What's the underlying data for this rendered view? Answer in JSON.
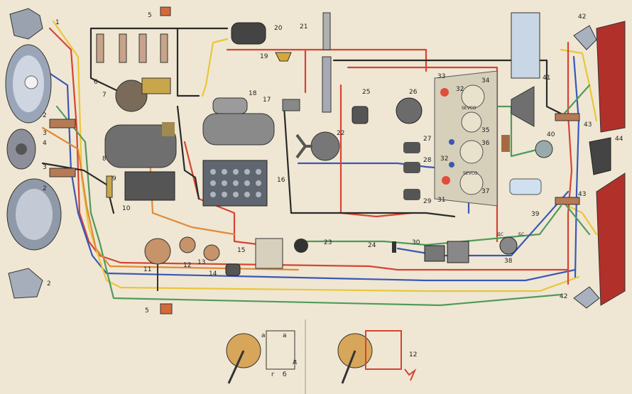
{
  "colors": {
    "paper": "#efe7d3",
    "red": "#d64434",
    "blue": "#3b57b5",
    "yellow": "#e9c63a",
    "green": "#4f9a5c",
    "black": "#2a2a2a",
    "orange": "#e08a38",
    "brown": "#8a5a3a",
    "lamp_red": "#b2302a"
  },
  "components": [
    {
      "id": "c1",
      "label": "1",
      "icon": "side-marker-icon"
    },
    {
      "id": "c2a",
      "label": "2",
      "icon": "headlamp-icon"
    },
    {
      "id": "c2b",
      "label": "2",
      "icon": "headlamp-icon"
    },
    {
      "id": "c2c",
      "label": "2",
      "icon": "fog-lamp-icon"
    },
    {
      "id": "c3a",
      "label": "3",
      "icon": "connector-block-icon"
    },
    {
      "id": "c3b",
      "label": "3",
      "icon": "connector-block-icon"
    },
    {
      "id": "c4",
      "label": "4",
      "icon": "horn-icon"
    },
    {
      "id": "c5a",
      "label": "5",
      "icon": "switch-icon"
    },
    {
      "id": "c5b",
      "label": "5",
      "icon": "switch-icon"
    },
    {
      "id": "c6",
      "label": "6",
      "icon": "spark-plug-icon"
    },
    {
      "id": "c7",
      "label": "7",
      "icon": "distributor-icon"
    },
    {
      "id": "c8",
      "label": "8",
      "icon": "generator-icon"
    },
    {
      "id": "c9",
      "label": "9",
      "icon": "regulator-icon"
    },
    {
      "id": "c10",
      "label": "10",
      "icon": "sensor-icon"
    },
    {
      "id": "c11",
      "label": "11",
      "icon": "ignition-switch-icon"
    },
    {
      "id": "c12a",
      "label": "12",
      "icon": "switch-icon"
    },
    {
      "id": "c12b",
      "label": "12",
      "icon": "relay-icon"
    },
    {
      "id": "c13",
      "label": "13",
      "icon": "switch-icon"
    },
    {
      "id": "c14",
      "label": "14",
      "icon": "switch-icon"
    },
    {
      "id": "c15",
      "label": "15",
      "icon": "fuse-block-icon"
    },
    {
      "id": "c16",
      "label": "16",
      "icon": "battery-icon"
    },
    {
      "id": "c17",
      "label": "17",
      "icon": "relay-icon"
    },
    {
      "id": "c18",
      "label": "18",
      "icon": "starter-icon"
    },
    {
      "id": "c19",
      "label": "19",
      "icon": "sensor-icon"
    },
    {
      "id": "c20",
      "label": "20",
      "icon": "ignition-coil-icon"
    },
    {
      "id": "c21",
      "label": "21",
      "icon": "sensor-icon"
    },
    {
      "id": "c22",
      "label": "22",
      "icon": "fan-motor-icon"
    },
    {
      "id": "c23",
      "label": "23",
      "icon": "socket-icon"
    },
    {
      "id": "c24",
      "label": "24",
      "icon": "fuse-icon"
    },
    {
      "id": "c25",
      "label": "25",
      "icon": "switch-icon"
    },
    {
      "id": "c26",
      "label": "26",
      "icon": "wiper-motor-icon"
    },
    {
      "id": "c27",
      "label": "27",
      "icon": "switch-icon"
    },
    {
      "id": "c28",
      "label": "28",
      "icon": "switch-icon"
    },
    {
      "id": "c29",
      "label": "29",
      "icon": "switch-icon"
    },
    {
      "id": "c30",
      "label": "30",
      "icon": "switch-icon"
    },
    {
      "id": "c31",
      "label": "31",
      "icon": "warning-lamp-icon"
    },
    {
      "id": "c32a",
      "label": "32",
      "icon": "warning-lamp-icon"
    },
    {
      "id": "c32b",
      "label": "32",
      "icon": "warning-lamp-icon"
    },
    {
      "id": "c33",
      "label": "33",
      "icon": "warning-lamp-icon"
    },
    {
      "id": "c34",
      "label": "34",
      "icon": "gauge-icon"
    },
    {
      "id": "c35",
      "label": "35",
      "icon": "gauge-icon"
    },
    {
      "id": "c36",
      "label": "36",
      "icon": "gauge-icon"
    },
    {
      "id": "c37",
      "label": "37",
      "icon": "gauge-icon"
    },
    {
      "id": "c38",
      "label": "38",
      "icon": "switch-icon"
    },
    {
      "id": "c39",
      "label": "39",
      "icon": "lamp-icon"
    },
    {
      "id": "c40",
      "label": "40",
      "icon": "sensor-icon"
    },
    {
      "id": "c41",
      "label": "41",
      "icon": "radio-icon"
    },
    {
      "id": "c42a",
      "label": "42",
      "icon": "lamp-icon"
    },
    {
      "id": "c42b",
      "label": "42",
      "icon": "lamp-icon"
    },
    {
      "id": "c43a",
      "label": "43",
      "icon": "tail-lamp-icon"
    },
    {
      "id": "c43b",
      "label": "43",
      "icon": "tail-lamp-icon"
    },
    {
      "id": "c44",
      "label": "44",
      "icon": "lamp-icon"
    }
  ],
  "panel_texts": {
    "gauge_brand_1": "SEVCO",
    "gauge_brand_2": "SEVCO",
    "switch_left": "ДС",
    "switch_right": "БС"
  },
  "inset_letters": {
    "a1": "а",
    "a2": "а",
    "b1": "б",
    "g1": "г",
    "d1": "д"
  }
}
